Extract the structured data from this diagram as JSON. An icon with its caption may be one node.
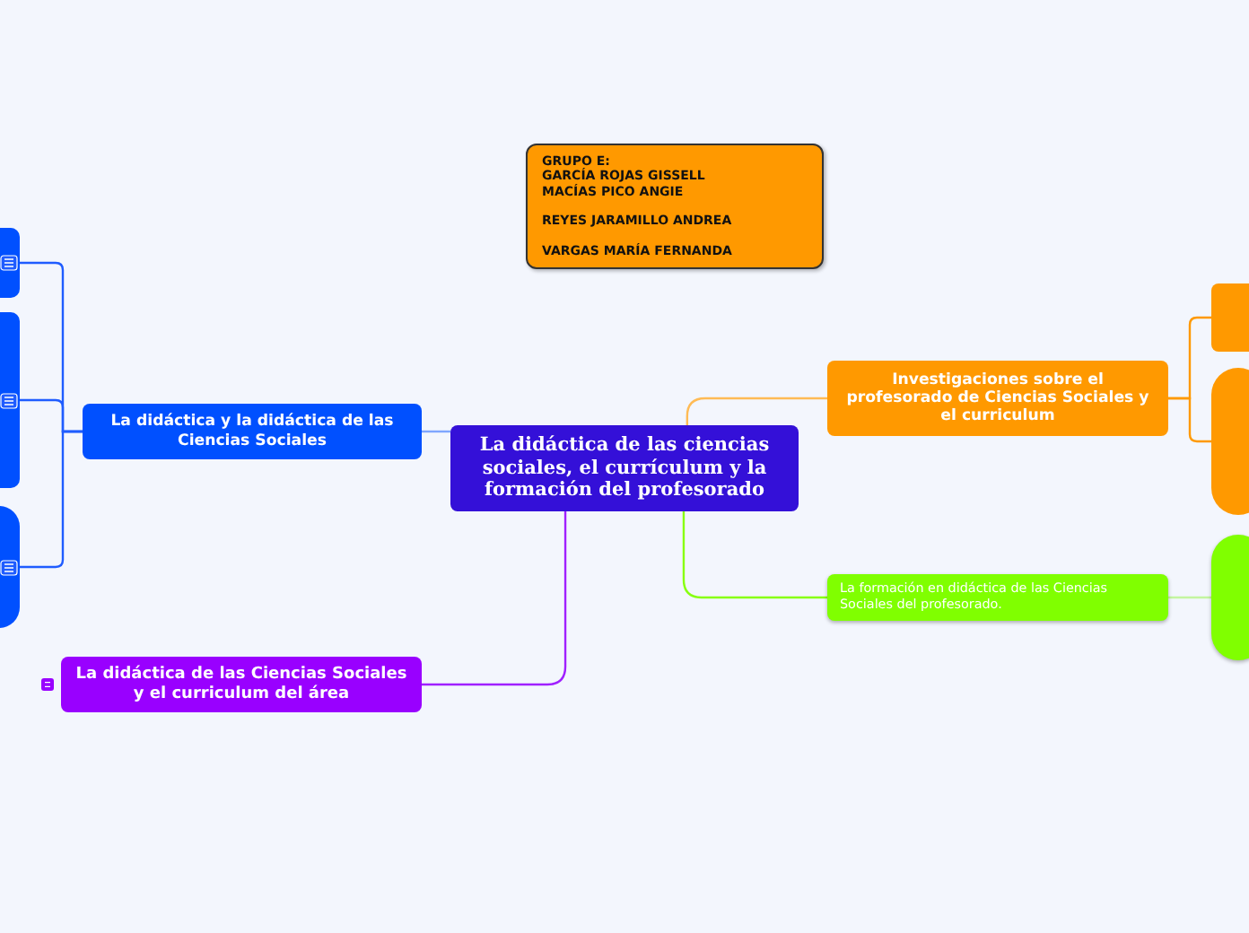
{
  "diagram": {
    "nodes": [
      {
        "text": [
          "La didáctica de las ciencias sociales, el currículum y la formación del profesorado"
        ]
      },
      {
        "text": [
          "GRUPO E:",
          "GARCÍA ROJAS GISSELL",
          "MACÍAS PICO ANGIE",
          "REYES JARAMILLO ANDREA",
          "VARGAS MARÍA FERNANDA"
        ]
      },
      {
        "text": [
          "La didáctica y la didáctica de las Ciencias Sociales"
        ]
      },
      {
        "text": [],
        "shape": "box"
      },
      {
        "text": [],
        "shape": "box"
      },
      {
        "text": [],
        "shape": "box"
      },
      {
        "text": [
          "Investigaciones sobre el profesorado de Ciencias Sociales y el curriculum"
        ]
      },
      {
        "text": [],
        "shape": "box"
      },
      {
        "text": [],
        "shape": "box"
      },
      {
        "text": [
          "La formación en didáctica de las Ciencias Sociales del profesorado."
        ]
      },
      {
        "text": [],
        "shape": "box"
      },
      {
        "text": [
          "La didáctica de las Ciencias Sociales y el curriculum del área"
        ]
      }
    ],
    "edges": [
      {
        "from": 0,
        "to": 2,
        "arrow": "none",
        "color": "#7fa6ff"
      },
      {
        "from": 2,
        "to": 3,
        "arrow": "none",
        "color": "#1f5cff"
      },
      {
        "from": 2,
        "to": 4,
        "arrow": "none",
        "color": "#1f5cff"
      },
      {
        "from": 2,
        "to": 5,
        "arrow": "none",
        "color": "#1f5cff"
      },
      {
        "from": 0,
        "to": 6,
        "arrow": "none",
        "color": "#ffbb55"
      },
      {
        "from": 6,
        "to": 7,
        "arrow": "none",
        "color": "#ff9900"
      },
      {
        "from": 6,
        "to": 8,
        "arrow": "none",
        "color": "#ff9900"
      },
      {
        "from": 0,
        "to": 9,
        "arrow": "none",
        "color": "#88ff11"
      },
      {
        "from": 9,
        "to": 10,
        "arrow": "none",
        "color": "#c4f5a0"
      },
      {
        "from": 0,
        "to": 11,
        "arrow": "none",
        "color": "#a020ff"
      }
    ]
  }
}
